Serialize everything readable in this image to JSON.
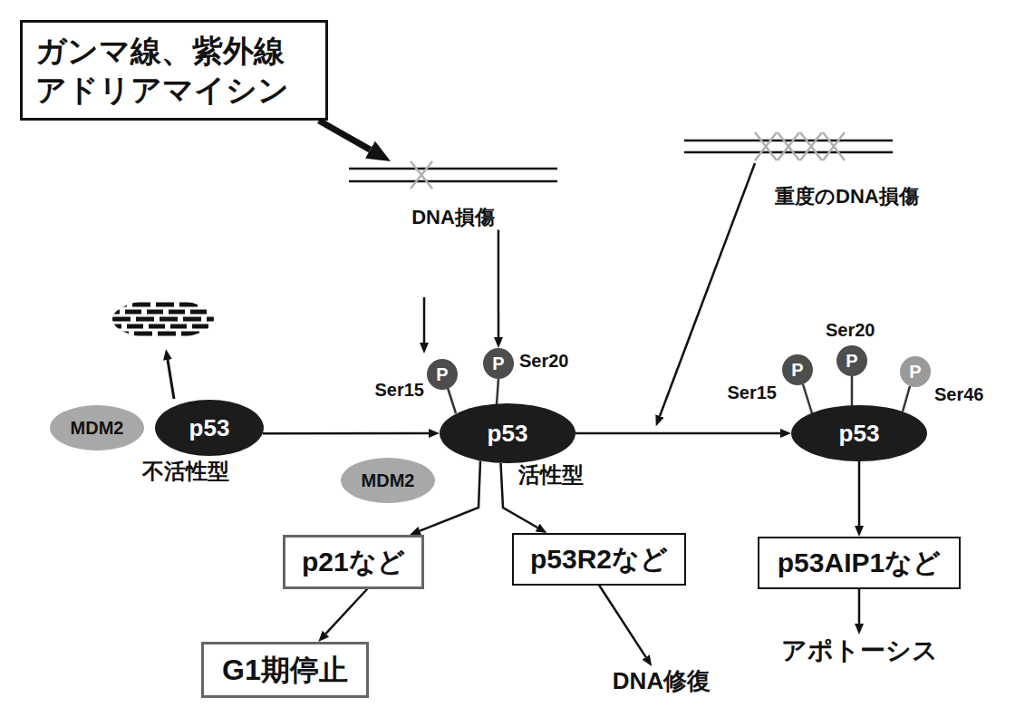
{
  "diagram": {
    "nodes": [
      {
        "text": [
          "ガンマ線、紫外線 アドリアマイシン"
        ]
      },
      {
        "text": [
          "DNA損傷"
        ]
      },
      {
        "text": [
          "重度のDNA損傷"
        ]
      },
      {
        "text": [
          "MDM2"
        ]
      },
      {
        "text": [
          "p53",
          "不活性型"
        ]
      },
      {
        "text": [
          "P",
          "Ser15"
        ]
      },
      {
        "text": [
          "P",
          "Ser20"
        ]
      },
      {
        "text": [
          "p53",
          "活性型"
        ]
      },
      {
        "text": [
          "MDM2"
        ]
      },
      {
        "text": [
          "P",
          "Ser15"
        ]
      },
      {
        "text": [
          "P",
          "Ser20"
        ]
      },
      {
        "text": [
          "P",
          "Ser46"
        ]
      },
      {
        "text": [
          "p53"
        ]
      },
      {
        "text": [
          "p21など"
        ]
      },
      {
        "text": [
          "p53R2など"
        ]
      },
      {
        "text": [
          "p53AIP1など"
        ]
      },
      {
        "text": [
          "G1期停止"
        ]
      },
      {
        "text": [
          "DNA修復"
        ]
      },
      {
        "text": [
          "アポトーシス"
        ]
      }
    ],
    "edges": [
      {
        "from": 0,
        "to": 1,
        "arrow": "to"
      },
      {
        "from": 1,
        "to": 6,
        "arrow": "to"
      },
      {
        "from": 4,
        "to": 7,
        "arrow": "to"
      },
      {
        "from": 7,
        "to": 12,
        "arrow": "to"
      },
      {
        "from": 7,
        "to": 13,
        "arrow": "to"
      },
      {
        "from": 7,
        "to": 14,
        "arrow": "to"
      },
      {
        "from": 12,
        "to": 15,
        "arrow": "to"
      },
      {
        "from": 13,
        "to": 16,
        "arrow": "to"
      },
      {
        "from": 14,
        "to": 17,
        "arrow": "to"
      },
      {
        "from": 15,
        "to": 18,
        "arrow": "to"
      }
    ]
  }
}
